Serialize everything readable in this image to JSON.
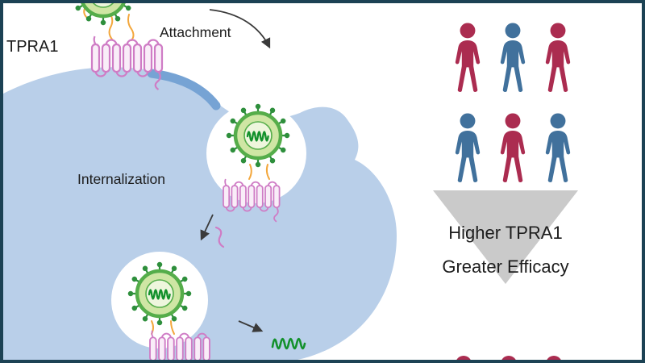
{
  "labels": {
    "tpra1": "TPRA1",
    "attachment": "Attachment",
    "internalization": "Internalization",
    "higher_tpra1": "Higher TPRA1",
    "greater_efficacy": "Greater Efficacy"
  },
  "colors": {
    "frame": "#1c4254",
    "cell": "#b9cfe9",
    "swoosh": "#76a3d4",
    "virus_spike": "#2e8f3c",
    "virus_ring": "#55ad4a",
    "virus_envelope": "#cfe6a4",
    "virus_inner": "#eef6dd",
    "virus_rna": "#13912c",
    "receptor": "#cf7cc5",
    "receptor_fill": "#f9edf8",
    "tether": "#f3a73c",
    "funnel": "#cacaca",
    "arrow": "#3a3a3a",
    "text": "#1c1c1c"
  },
  "people": {
    "rows": [
      [
        "#ab2c50",
        "#41719c",
        "#ab2c50"
      ],
      [
        "#41719c",
        "#ab2c50",
        "#41719c"
      ]
    ],
    "bottom": [
      "#ab2c50",
      "#ab2c50",
      "#ab2c50"
    ]
  }
}
